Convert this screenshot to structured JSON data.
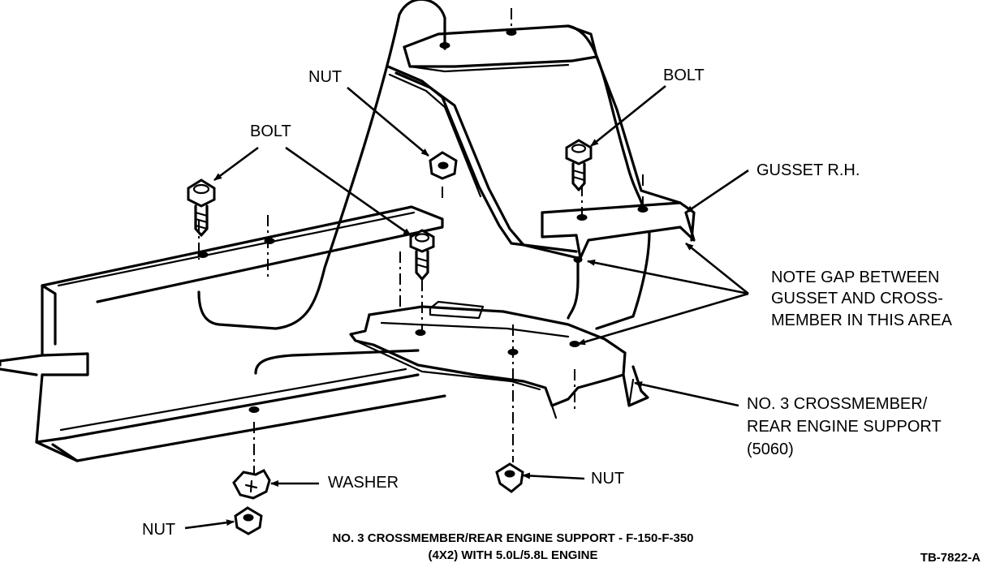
{
  "labels": {
    "nut_top": "NUT",
    "bolt_left": "BOLT",
    "bolt_right": "BOLT",
    "gusset": "GUSSET R.H.",
    "note_line1": "NOTE GAP BETWEEN",
    "note_line2": "GUSSET AND CROSS-",
    "note_line3": "MEMBER IN THIS AREA",
    "crossmember_line1": "NO. 3 CROSSMEMBER/",
    "crossmember_line2": "REAR ENGINE SUPPORT",
    "crossmember_line3": "(5060)",
    "washer": "WASHER",
    "nut_bottom_right": "NUT",
    "nut_bottom_left": "NUT"
  },
  "caption": {
    "line1": "NO. 3 CROSSMEMBER/REAR ENGINE SUPPORT - F-150-F-350",
    "line2": "(4X2) WITH 5.0L/5.8L ENGINE"
  },
  "figure_id": "TB-7822-A"
}
